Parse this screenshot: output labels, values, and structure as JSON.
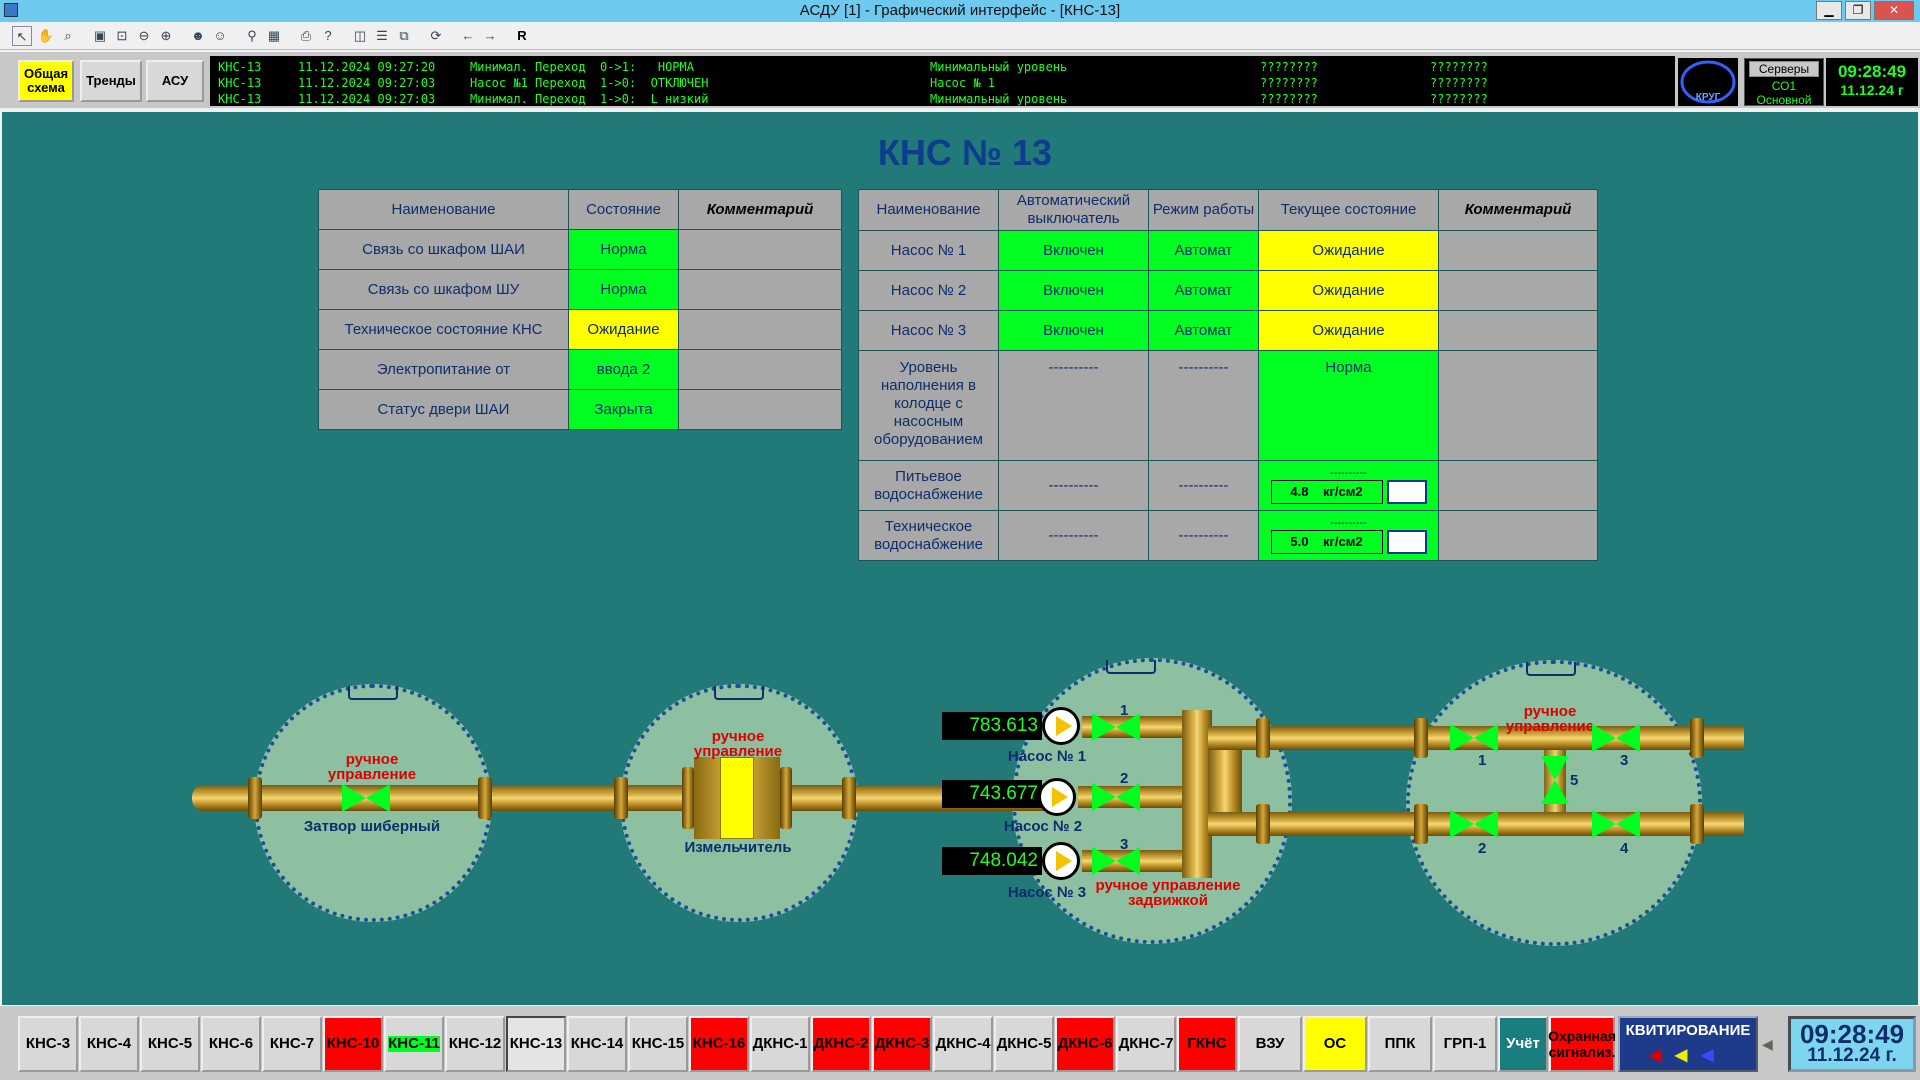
{
  "window": {
    "title": "АСДУ [1] - Графический интерфейс - [КНС-13]"
  },
  "toolbar": {
    "extra_label": "R"
  },
  "nav": {
    "general": "Общая схема",
    "trends": "Тренды",
    "asu": "АСУ"
  },
  "alarms": [
    {
      "obj": "КНС-13",
      "time": "11.12.2024 09:27:20",
      "msg": "Минимал. Переход  0->1:   НОРМА",
      "desc": "Минимальный уровень",
      "c1": "????????",
      "c2": "????????"
    },
    {
      "obj": "КНС-13",
      "time": "11.12.2024 09:27:03",
      "msg": "Насос №1 Переход  1->0:  ОТКЛЮЧЕН",
      "desc": "Насос № 1",
      "c1": "????????",
      "c2": "????????"
    },
    {
      "obj": "КНС-13",
      "time": "11.12.2024 09:27:03",
      "msg": "Минимал. Переход  1->0:  L низкий",
      "desc": "Минимальный уровень",
      "c1": "????????",
      "c2": "????????"
    }
  ],
  "logo": {
    "text": "КРУГ"
  },
  "servers": {
    "label": "Серверы",
    "name": "СО1",
    "mode": "Основной"
  },
  "clock_top": {
    "time": "09:28:49",
    "date": "11.12.24 г"
  },
  "page": {
    "title": "КНС № 13"
  },
  "left_table": {
    "headers": [
      "Наименование",
      "Состояние",
      "Комментарий"
    ],
    "rows": [
      {
        "name": "Связь со шкафом ШАИ",
        "state": "Норма"
      },
      {
        "name": "Связь со шкафом ШУ",
        "state": "Норма"
      },
      {
        "name": "Техническое состояние КНС",
        "state": "Ожидание"
      },
      {
        "name": "Электропитание от",
        "state": "ввода 2"
      },
      {
        "name": "Статус двери ШАИ",
        "state": "Закрыта"
      }
    ]
  },
  "right_table": {
    "headers": [
      "Наименование",
      "Автоматический выключатель",
      "Режим работы",
      "Текущее состояние",
      "Комментарий"
    ],
    "pumps": [
      {
        "name": "Насос № 1",
        "breaker": "Включен",
        "mode": "Автомат",
        "state": "Ожидание"
      },
      {
        "name": "Насос № 2",
        "breaker": "Включен",
        "mode": "Автомат",
        "state": "Ожидание"
      },
      {
        "name": "Насос № 3",
        "breaker": "Включен",
        "mode": "Автомат",
        "state": "Ожидание"
      }
    ],
    "level": {
      "name": "Уровень наполнения в колодце с насосным оборудованием",
      "breaker": "----------",
      "mode": "----------",
      "state": "Норма"
    },
    "drink": {
      "name": "Питьевое водоснабжение",
      "breaker": "----------",
      "mode": "----------",
      "dash": "----------",
      "value": "4.8",
      "unit": "кг/см2"
    },
    "tech": {
      "name": "Техническое водоснабжение",
      "breaker": "----------",
      "mode": "----------",
      "dash": "----------",
      "value": "5.0",
      "unit": "кг/см2"
    }
  },
  "scheme": {
    "manual": "ручное управление",
    "gate": "Затвор шиберный",
    "grinder": "Измельчитель",
    "manual_gate": "ручное управление задвижкой",
    "pumps": [
      {
        "flow": "783.613",
        "label": "Насос № 1",
        "num": "1"
      },
      {
        "flow": "743.677",
        "label": "Насос № 2",
        "num": "2"
      },
      {
        "flow": "748.042",
        "label": "Насос № 3",
        "num": "3"
      }
    ],
    "valves": [
      "1",
      "2",
      "3",
      "4",
      "5"
    ]
  },
  "bottom": {
    "buttons": [
      "КНС-3",
      "КНС-4",
      "КНС-5",
      "КНС-6",
      "КНС-7",
      "КНС-10",
      "КНС-11",
      "КНС-12",
      "КНС-13",
      "КНС-14",
      "КНС-15",
      "КНС-16",
      "ДКНС-1",
      "ДКНС-2",
      "ДКНС-3",
      "ДКНС-4",
      "ДКНС-5",
      "ДКНС-6",
      "ДКНС-7",
      "ГКНС",
      "ВЗУ",
      "ОС",
      "ППК",
      "ГРП-1",
      "Учёт",
      "Охранная сигнализ."
    ],
    "kvit": "КВИТИРОВАНИЕ",
    "clock_time": "09:28:49",
    "clock_date": "11.12.24 г."
  }
}
